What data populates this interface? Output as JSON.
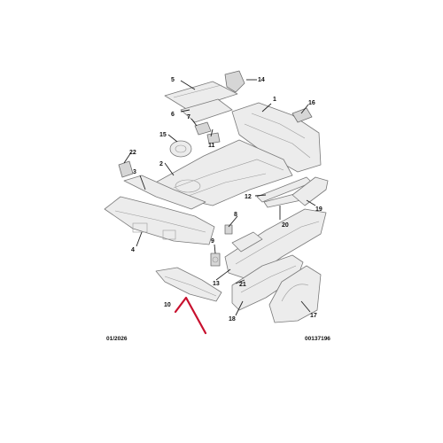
{
  "callouts": [
    "1",
    "2",
    "3",
    "4",
    "5",
    "6",
    "7",
    "8",
    "9",
    "10",
    "11",
    "12",
    "13",
    "14",
    "15",
    "16",
    "17",
    "18",
    "19",
    "20",
    "21",
    "22"
  ],
  "footer": {
    "date_code": "01/2026",
    "diagram_ref": "00137196"
  },
  "colors": {
    "part_fill": "#ececec",
    "part_stroke": "#7a7a7a",
    "highlight": "#c8102e",
    "label": "#111111"
  },
  "highlight_marker": "check-mark-arrow"
}
